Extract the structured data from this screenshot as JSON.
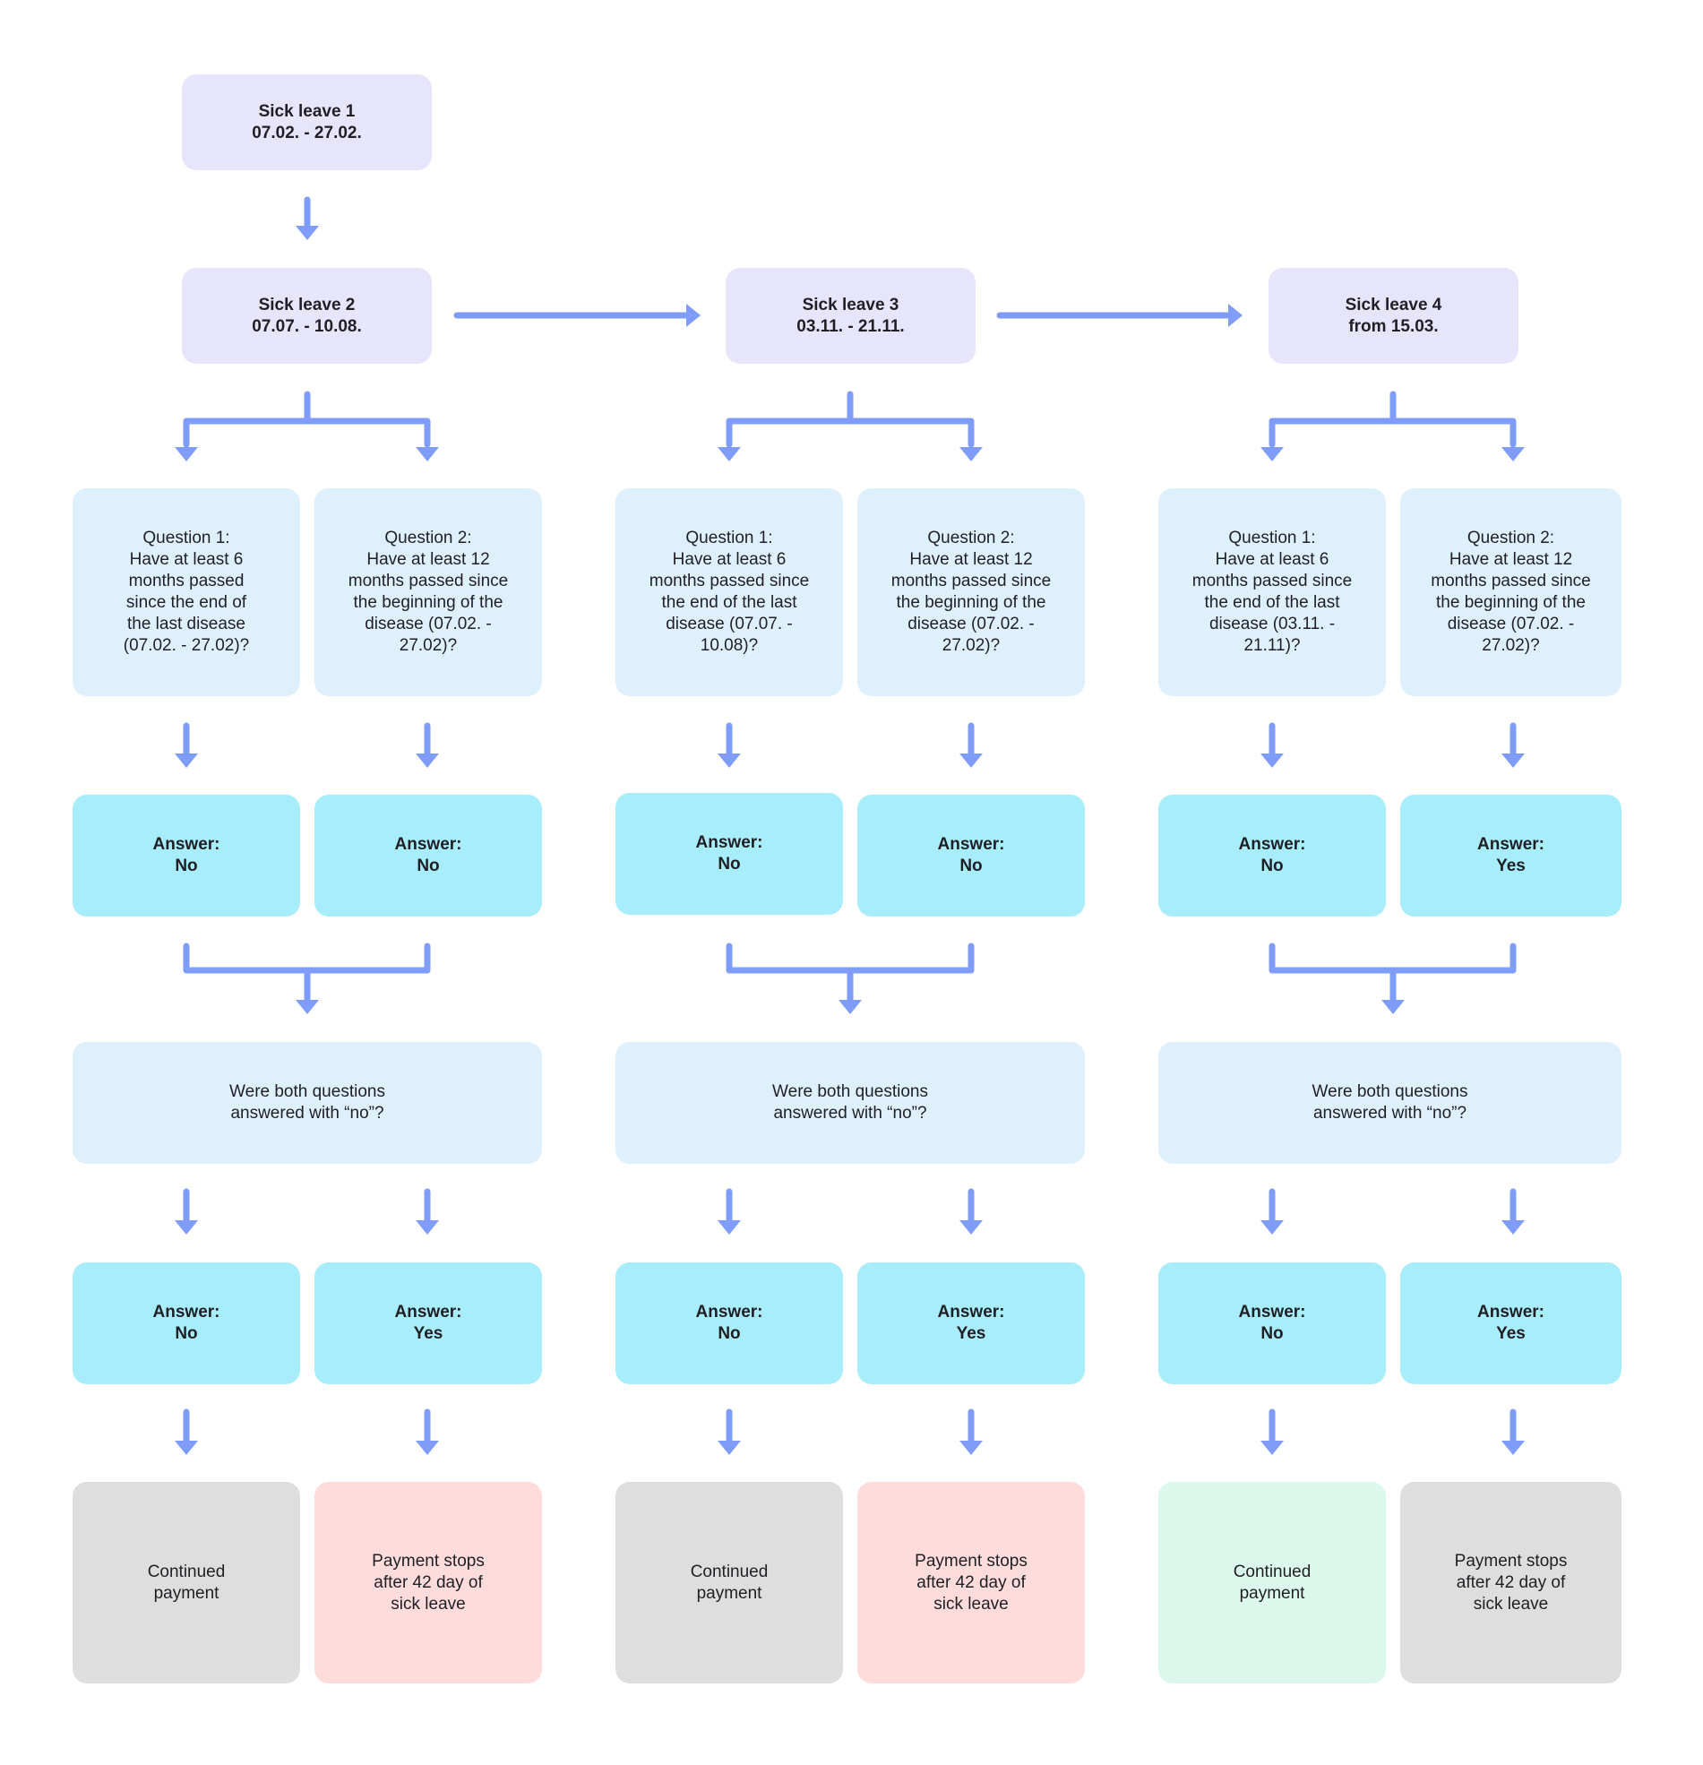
{
  "colors": {
    "arrow": "#7f9cf8",
    "sick_leave_box": "#e7e5fb",
    "question_box": "#dff0fd",
    "answer_box": "#a8edfb",
    "outcome_grey": "#dedede",
    "outcome_red": "#fddcdb",
    "outcome_green": "#dcf8ed"
  },
  "sick_leaves": [
    {
      "label": "Sick leave 1\n07.02. - 27.02."
    },
    {
      "label": "Sick leave 2\n07.07. - 10.08."
    },
    {
      "label": "Sick leave 3\n03.11. - 21.11."
    },
    {
      "label": "Sick leave 4\nfrom 15.03."
    }
  ],
  "columns": [
    {
      "question1": "Question 1:\nHave at least 6\nmonths passed\nsince the end of\nthe last disease\n(07.02. - 27.02)?",
      "question2": "Question 2:\nHave at least 12\nmonths passed since\nthe beginning of the\ndisease (07.02. -\n27.02)?",
      "answer1": "Answer:\nNo",
      "answer2": "Answer:\nNo",
      "both_question": "Were both questions\nanswered with “no”?",
      "both_answer_no": "Answer:\nNo",
      "both_answer_yes": "Answer:\nYes",
      "outcome_left": {
        "text": "Continued\npayment",
        "color": "#dedede"
      },
      "outcome_right": {
        "text": "Payment stops\nafter 42 day of\nsick leave",
        "color": "#fddcdb"
      }
    },
    {
      "question1": "Question 1:\nHave at least 6\nmonths passed since\nthe end of the last\ndisease (07.07. -\n10.08)?",
      "question2": "Question 2:\nHave at least 12\nmonths passed since\nthe beginning of the\ndisease (07.02. -\n27.02)?",
      "answer1": "Answer:\nNo",
      "answer2": "Answer:\nNo",
      "both_question": "Were both questions\nanswered with “no”?",
      "both_answer_no": "Answer:\nNo",
      "both_answer_yes": "Answer:\nYes",
      "outcome_left": {
        "text": "Continued\npayment",
        "color": "#dedede"
      },
      "outcome_right": {
        "text": "Payment stops\nafter 42 day of\nsick leave",
        "color": "#fddcdb"
      }
    },
    {
      "question1": "Question 1:\nHave at least 6\nmonths passed since\nthe end of the last\ndisease (03.11. -\n21.11)?",
      "question2": "Question 2:\nHave at least 12\nmonths passed since\nthe beginning of the\ndisease (07.02. -\n27.02)?",
      "answer1": "Answer:\nNo",
      "answer2": "Answer:\nYes",
      "both_question": "Were both questions\nanswered with “no”?",
      "both_answer_no": "Answer:\nNo",
      "both_answer_yes": "Answer:\nYes",
      "outcome_left": {
        "text": "Continued\npayment",
        "color": "#dcf8ed"
      },
      "outcome_right": {
        "text": "Payment stops\nafter 42 day of\nsick leave",
        "color": "#dedede"
      }
    }
  ]
}
